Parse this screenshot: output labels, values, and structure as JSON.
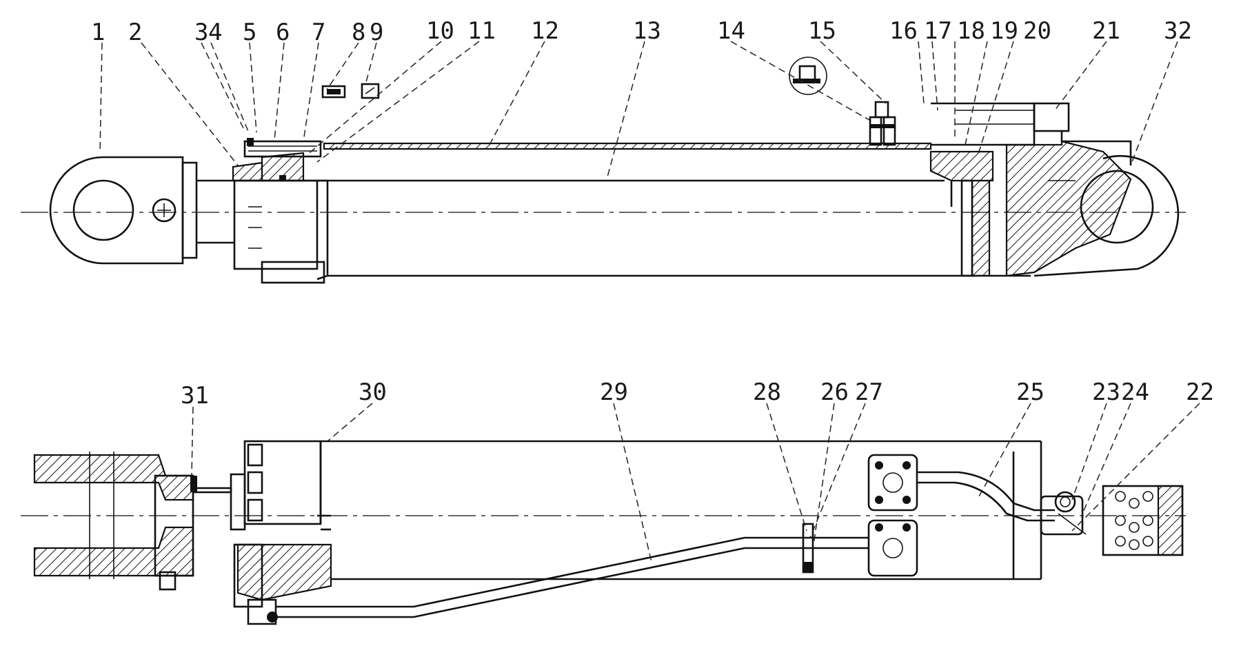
{
  "drawing": {
    "callouts_top": [
      "1",
      "2",
      "3",
      "4",
      "5",
      "6",
      "7",
      "8",
      "9",
      "10",
      "11",
      "12",
      "13",
      "14",
      "15",
      "16",
      "17",
      "18",
      "19",
      "20",
      "21",
      "32"
    ],
    "callouts_bottom": [
      "31",
      "30",
      "29",
      "28",
      "26",
      "27",
      "25",
      "23",
      "24",
      "22"
    ],
    "line_color": "#111111",
    "background": "#ffffff"
  }
}
